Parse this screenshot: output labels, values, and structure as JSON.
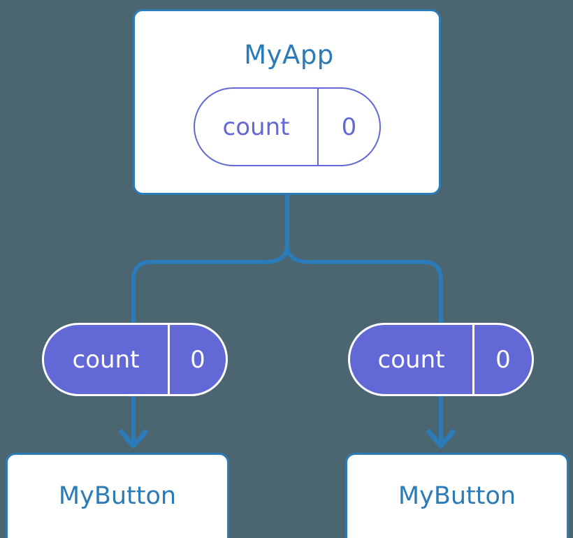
{
  "diagram": {
    "title": "MyApp",
    "type": "component-tree",
    "background_color": "#4c6671",
    "edge_color": "#2b7bb9",
    "component_border_color": "#2b7bb9",
    "component_text_color": "#2b7bb9",
    "state_pill_fill": "#6269d6",
    "state_pill_outline_color": "#6269d6",
    "state_pill_text_color": "#ffffff"
  },
  "root": {
    "name": "MyApp",
    "state": {
      "key": "count",
      "value": "0"
    }
  },
  "children": [
    {
      "state": {
        "key": "count",
        "value": "0"
      },
      "component": {
        "name": "MyButton"
      }
    },
    {
      "state": {
        "key": "count",
        "value": "0"
      },
      "component": {
        "name": "MyButton"
      }
    }
  ]
}
